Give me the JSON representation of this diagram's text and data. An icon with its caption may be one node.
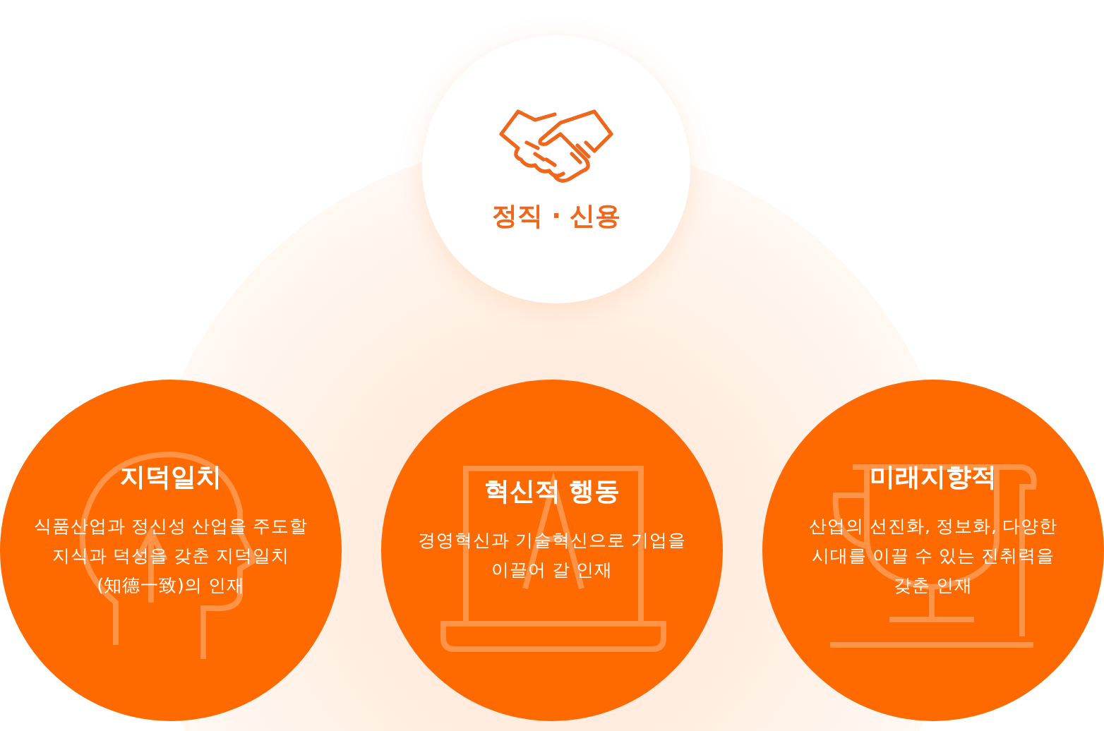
{
  "diagram": {
    "nodes": [
      {
        "text": [
          "정직 · 신용"
        ]
      },
      {
        "text": [
          "지덕일치",
          "식품산업과 정신성 산업을 주도할 지식과 덕성을 갖춘 지덕일치(知德一致)의 인재"
        ]
      },
      {
        "text": [
          "혁신적 행동",
          "경영혁신과 기술혁신으로 기업을 이끌어 갈 인재"
        ]
      },
      {
        "text": [
          "미래지향적",
          "산업의 선진화, 정보화, 다양한 시대를 이끌 수 있는 진취력을 갖춘 인재"
        ]
      }
    ]
  }
}
